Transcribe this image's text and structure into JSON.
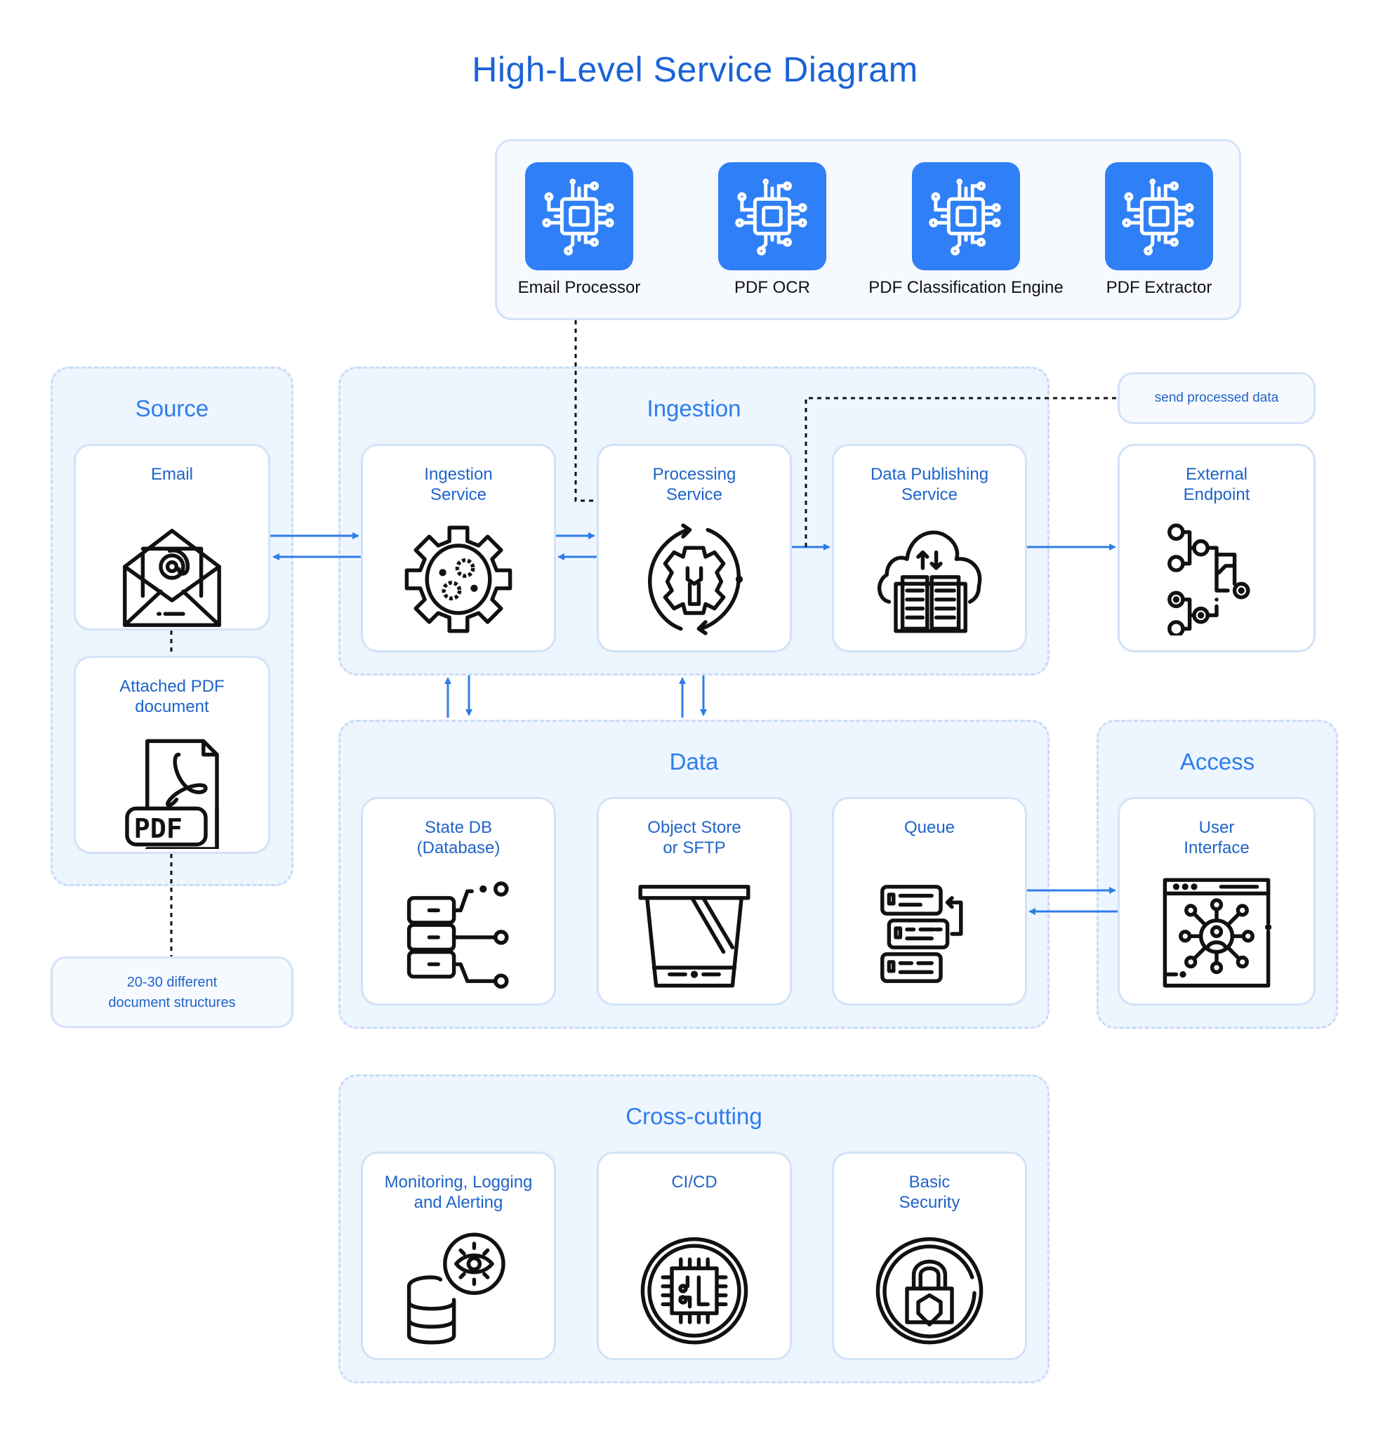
{
  "title": "High-Level Service Diagram",
  "colors": {
    "accent": "#1a63d6",
    "chip": "#2f80f7",
    "arrow": "#2f7de8",
    "panel_bg": "#edf5ff",
    "panel_border": "#c9dcf5"
  },
  "processors": [
    {
      "label": "Email Processor",
      "icon": "cpu-chip-icon"
    },
    {
      "label": "PDF OCR",
      "icon": "cpu-chip-icon"
    },
    {
      "label": "PDF Classification Engine",
      "icon": "cpu-chip-icon"
    },
    {
      "label": "PDF Extractor",
      "icon": "cpu-chip-icon"
    }
  ],
  "source": {
    "title": "Source",
    "cards": [
      {
        "label": "Email",
        "icon": "email-open-icon"
      },
      {
        "label": "Attached PDF\ndocument",
        "icon": "pdf-file-icon"
      }
    ],
    "note": "20-30 different\ndocument structures"
  },
  "ingestion": {
    "title": "Ingestion",
    "cards": [
      {
        "label": "Ingestion\nService",
        "icon": "gear-icon"
      },
      {
        "label": "Processing\nService",
        "icon": "wrench-cycle-icon"
      },
      {
        "label": "Data Publishing\nService",
        "icon": "cloud-book-icon"
      }
    ]
  },
  "external": {
    "note": "send processed data",
    "card": {
      "label": "External\nEndpoint",
      "icon": "network-nodes-icon"
    }
  },
  "data": {
    "title": "Data",
    "cards": [
      {
        "label": "State DB\n(Database)",
        "icon": "database-icon"
      },
      {
        "label": "Object Store\nor SFTP",
        "icon": "bucket-icon"
      },
      {
        "label": "Queue",
        "icon": "queue-icon"
      }
    ]
  },
  "access": {
    "title": "Access",
    "card": {
      "label": "User\nInterface",
      "icon": "user-interface-icon"
    }
  },
  "crosscutting": {
    "title": "Cross-cutting",
    "cards": [
      {
        "label": "Monitoring, Logging\nand Alerting",
        "icon": "monitoring-icon"
      },
      {
        "label": "CI/CD",
        "icon": "cicd-chip-icon"
      },
      {
        "label": "Basic\nSecurity",
        "icon": "security-lock-icon"
      }
    ]
  }
}
